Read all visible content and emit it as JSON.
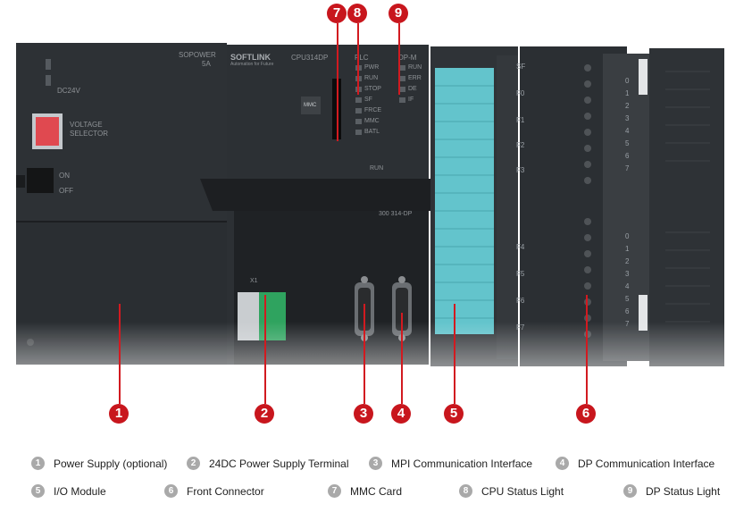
{
  "markers": {
    "m7": "7",
    "m8": "8",
    "m9": "9",
    "m1": "1",
    "m2": "2",
    "m3": "3",
    "m4": "4",
    "m5": "5",
    "m6": "6"
  },
  "device": {
    "psu_model": "SOPOWER",
    "psu_rating": "5A",
    "dc_label": "DC24V",
    "voltage_selector": "VOLTAGE\nSELECTOR",
    "switch_on": "ON",
    "switch_off": "OFF",
    "brand": "SOFTLINK",
    "brand_tag": "Automation for Future",
    "cpu_model": "CPU314DP",
    "mmc": "MMC",
    "plc_label": "PLC",
    "dp_label": "DP-M",
    "plc_leds": [
      "PWR",
      "RUN",
      "STOP",
      "SF",
      "FRCE",
      "MMC",
      "BATL"
    ],
    "dp_leds": [
      "RUN",
      "ERR",
      "DE",
      "IF"
    ],
    "run_label": "RUN",
    "cpu_code": "300 314-DP",
    "x1": "X1",
    "slot_fs": [
      "SF",
      "F0",
      "F1",
      "F2",
      "F3",
      "F4",
      "F5",
      "F6",
      "F7"
    ],
    "dig_top": [
      "0",
      "1",
      "2",
      "3",
      "4",
      "5",
      "6",
      "7"
    ],
    "dig_bot": [
      "0",
      "1",
      "2",
      "3",
      "4",
      "5",
      "6",
      "7"
    ]
  },
  "legend": [
    {
      "num": "1",
      "label": "Power Supply (optional)"
    },
    {
      "num": "2",
      "label": "24DC Power Supply Terminal"
    },
    {
      "num": "3",
      "label": "MPI Communication Interface"
    },
    {
      "num": "4",
      "label": "DP Communication Interface"
    },
    {
      "num": "5",
      "label": "I/O Module"
    },
    {
      "num": "6",
      "label": "Front Connector"
    },
    {
      "num": "7",
      "label": "MMC Card"
    },
    {
      "num": "8",
      "label": "CPU Status Light"
    },
    {
      "num": "9",
      "label": "DP Status Light"
    }
  ]
}
